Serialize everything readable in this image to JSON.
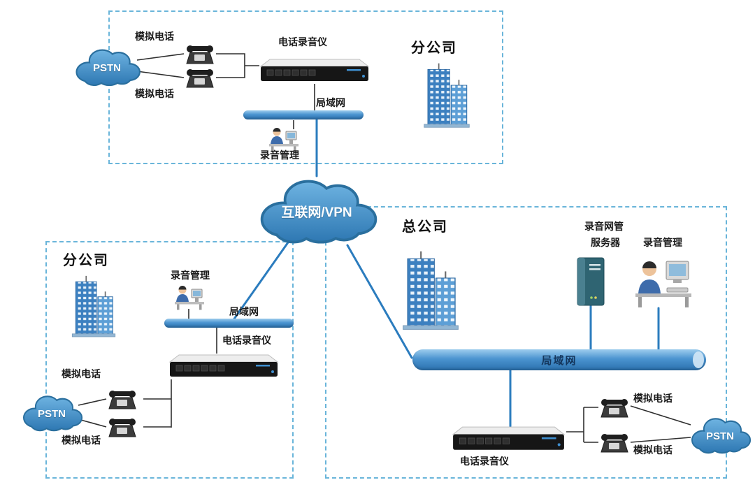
{
  "colors": {
    "cloud_blue": "#4795cc",
    "cloud_outline": "#2a6f9e",
    "line_blue": "#2b7cbe",
    "lan_bar_blue": "#4b94d0",
    "zone_border_blue": "#6ab5da",
    "line_black": "#2e2e2e",
    "text": "#1a1a1a"
  },
  "top_branch": {
    "title": "分公司",
    "pstn_label": "PSTN",
    "analog_phone_top_label": "模拟电话",
    "analog_phone_bottom_label": "模拟电话",
    "recorder_label": "电话录音仪",
    "lan_label": "局域网",
    "recording_mgmt_label": "录音管理"
  },
  "internet": {
    "label": "互联网/VPN"
  },
  "left_branch": {
    "title": "分公司",
    "recording_mgmt_label": "录音管理",
    "lan_label": "局域网",
    "recorder_label": "电话录音仪",
    "analog_phone_top_label": "模拟电话",
    "analog_phone_bottom_label": "模拟电话",
    "pstn_label": "PSTN"
  },
  "headquarters": {
    "title": "总公司",
    "nms_server_label_line1": "录音网管",
    "nms_server_label_line2": "服务器",
    "recording_mgmt_label": "录音管理",
    "lan_label": "局域网",
    "recorder_label": "电话录音仪",
    "analog_phone_top_label": "模拟电话",
    "analog_phone_bottom_label": "模拟电话",
    "pstn_label": "PSTN"
  }
}
